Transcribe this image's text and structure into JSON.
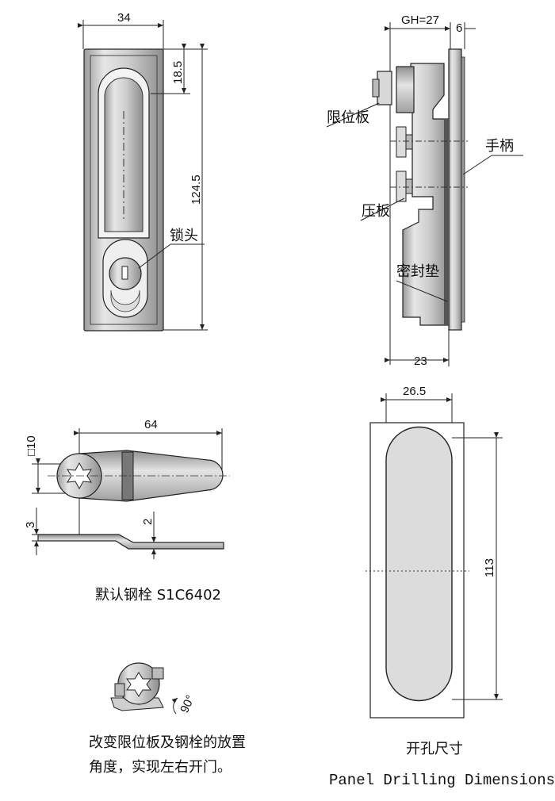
{
  "front_view": {
    "dim_width": "34",
    "dim_top": "18.5",
    "dim_height": "124.5",
    "lock_label": "锁头"
  },
  "side_view": {
    "dim_gh": "GH=27",
    "dim_plate": "6",
    "dim_bottom": "23",
    "limit_plate_label": "限位板",
    "handle_label": "手柄",
    "clamp_label": "压板",
    "gasket_label": "密封垫"
  },
  "bolt_view": {
    "dim_square": "□10",
    "dim_length": "64",
    "dim_thick": "3",
    "dim_offset": "2",
    "caption": "默认钢栓 S1C6402"
  },
  "rotate_view": {
    "angle": "90°",
    "caption_line1": "改变限位板及钢栓的放置",
    "caption_line2": "角度，实现左右开门。"
  },
  "cutout_view": {
    "dim_width": "26.5",
    "dim_height": "113",
    "caption_cn": "开孔尺寸",
    "caption_en": "Panel Drilling Dimensions"
  }
}
